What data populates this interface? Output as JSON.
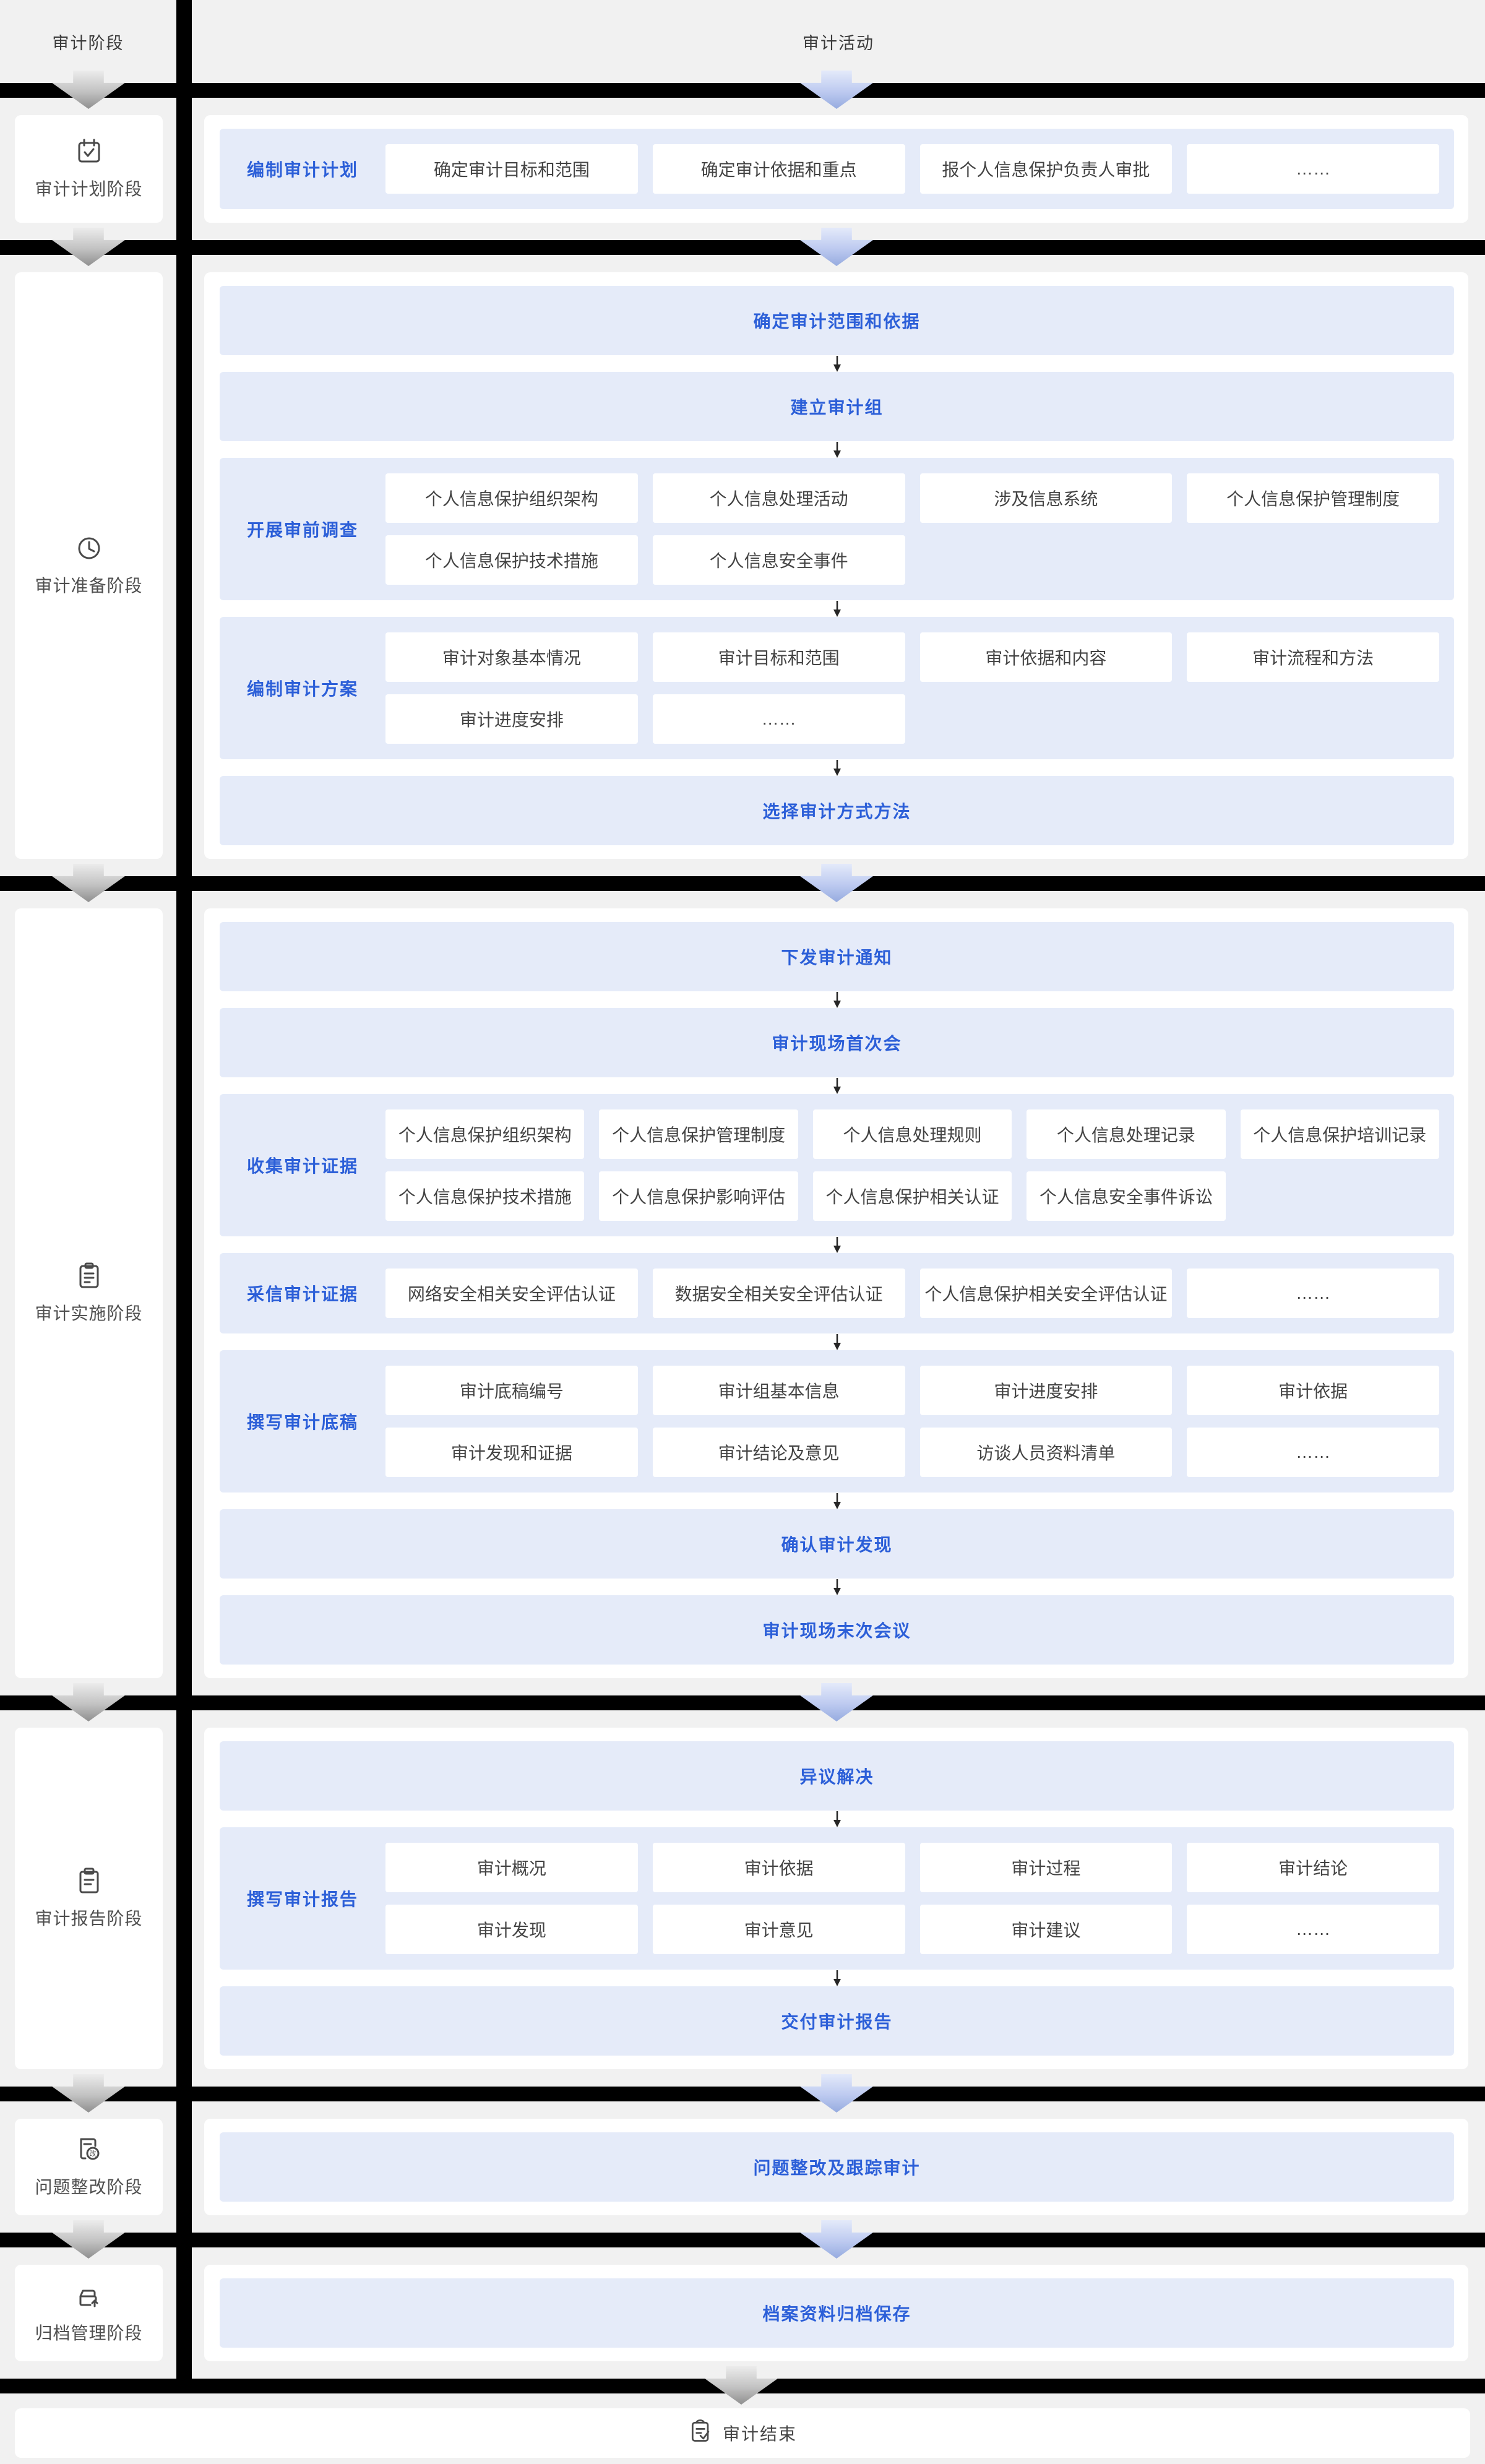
{
  "header": {
    "left_title": "审计阶段",
    "right_title": "审计活动"
  },
  "colors": {
    "page_bg": "#f1f1f1",
    "divider_black": "#000000",
    "panel_blue": "#e5ebf9",
    "accent_blue": "#2c5fd8",
    "text_dark": "#434343",
    "phase_label_gray": "#4f4f4f"
  },
  "phases": [
    {
      "label": "审计计划阶段",
      "icon": "calendar-check-icon",
      "rows": [
        {
          "type": "group",
          "label": "编制审计计划",
          "cols": 4,
          "cells": [
            [
              "确定审计目标和范围",
              "确定审计依据和重点",
              "报个人信息保护负责人审批",
              "……"
            ]
          ]
        }
      ]
    },
    {
      "label": "审计准备阶段",
      "icon": "clock-icon",
      "rows": [
        {
          "type": "bar",
          "text": "确定审计范围和依据"
        },
        {
          "type": "bar",
          "text": "建立审计组"
        },
        {
          "type": "group",
          "label": "开展审前调查",
          "cols": 4,
          "cells": [
            [
              "个人信息保护组织架构",
              "个人信息处理活动",
              "涉及信息系统",
              "个人信息保护管理制度"
            ],
            [
              "个人信息保护技术措施",
              "个人信息安全事件",
              "",
              ""
            ]
          ]
        },
        {
          "type": "group",
          "label": "编制审计方案",
          "cols": 4,
          "cells": [
            [
              "审计对象基本情况",
              "审计目标和范围",
              "审计依据和内容",
              "审计流程和方法"
            ],
            [
              "审计进度安排",
              "……",
              "",
              ""
            ]
          ]
        },
        {
          "type": "bar",
          "text": "选择审计方式方法"
        }
      ]
    },
    {
      "label": "审计实施阶段",
      "icon": "clipboard-list-icon",
      "rows": [
        {
          "type": "bar",
          "text": "下发审计通知"
        },
        {
          "type": "bar",
          "text": "审计现场首次会"
        },
        {
          "type": "group",
          "label": "收集审计证据",
          "cols": 5,
          "cells": [
            [
              "个人信息保护组织架构",
              "个人信息保护管理制度",
              "个人信息处理规则",
              "个人信息处理记录",
              "个人信息保护培训记录"
            ],
            [
              "个人信息保护技术措施",
              "个人信息保护影响评估",
              "个人信息保护相关认证",
              "个人信息安全事件诉讼",
              ""
            ]
          ]
        },
        {
          "type": "group",
          "label": "采信审计证据",
          "cols": 4,
          "cells": [
            [
              "网络安全相关安全评估认证",
              "数据安全相关安全评估认证",
              "个人信息保护相关安全评估认证",
              "……"
            ]
          ]
        },
        {
          "type": "group",
          "label": "撰写审计底稿",
          "cols": 4,
          "cells": [
            [
              "审计底稿编号",
              "审计组基本信息",
              "审计进度安排",
              "审计依据"
            ],
            [
              "审计发现和证据",
              "审计结论及意见",
              "访谈人员资料清单",
              "……"
            ]
          ]
        },
        {
          "type": "bar",
          "text": "确认审计发现"
        },
        {
          "type": "bar",
          "text": "审计现场末次会议"
        }
      ]
    },
    {
      "label": "审计报告阶段",
      "icon": "clipboard-icon",
      "rows": [
        {
          "type": "bar",
          "text": "异议解决"
        },
        {
          "type": "group",
          "label": "撰写审计报告",
          "cols": 4,
          "cells": [
            [
              "审计概况",
              "审计依据",
              "审计过程",
              "审计结论"
            ],
            [
              "审计发现",
              "审计意见",
              "审计建议",
              "……"
            ]
          ]
        },
        {
          "type": "bar",
          "text": "交付审计报告"
        }
      ]
    },
    {
      "label": "问题整改阶段",
      "icon": "doc-revise-icon",
      "rows": [
        {
          "type": "bar",
          "text": "问题整改及跟踪审计"
        }
      ]
    },
    {
      "label": "归档管理阶段",
      "icon": "archive-up-icon",
      "rows": [
        {
          "type": "bar",
          "text": "档案资料归档保存"
        }
      ]
    }
  ],
  "footer": {
    "label": "审计结束",
    "icon": "clipboard-check-icon"
  }
}
